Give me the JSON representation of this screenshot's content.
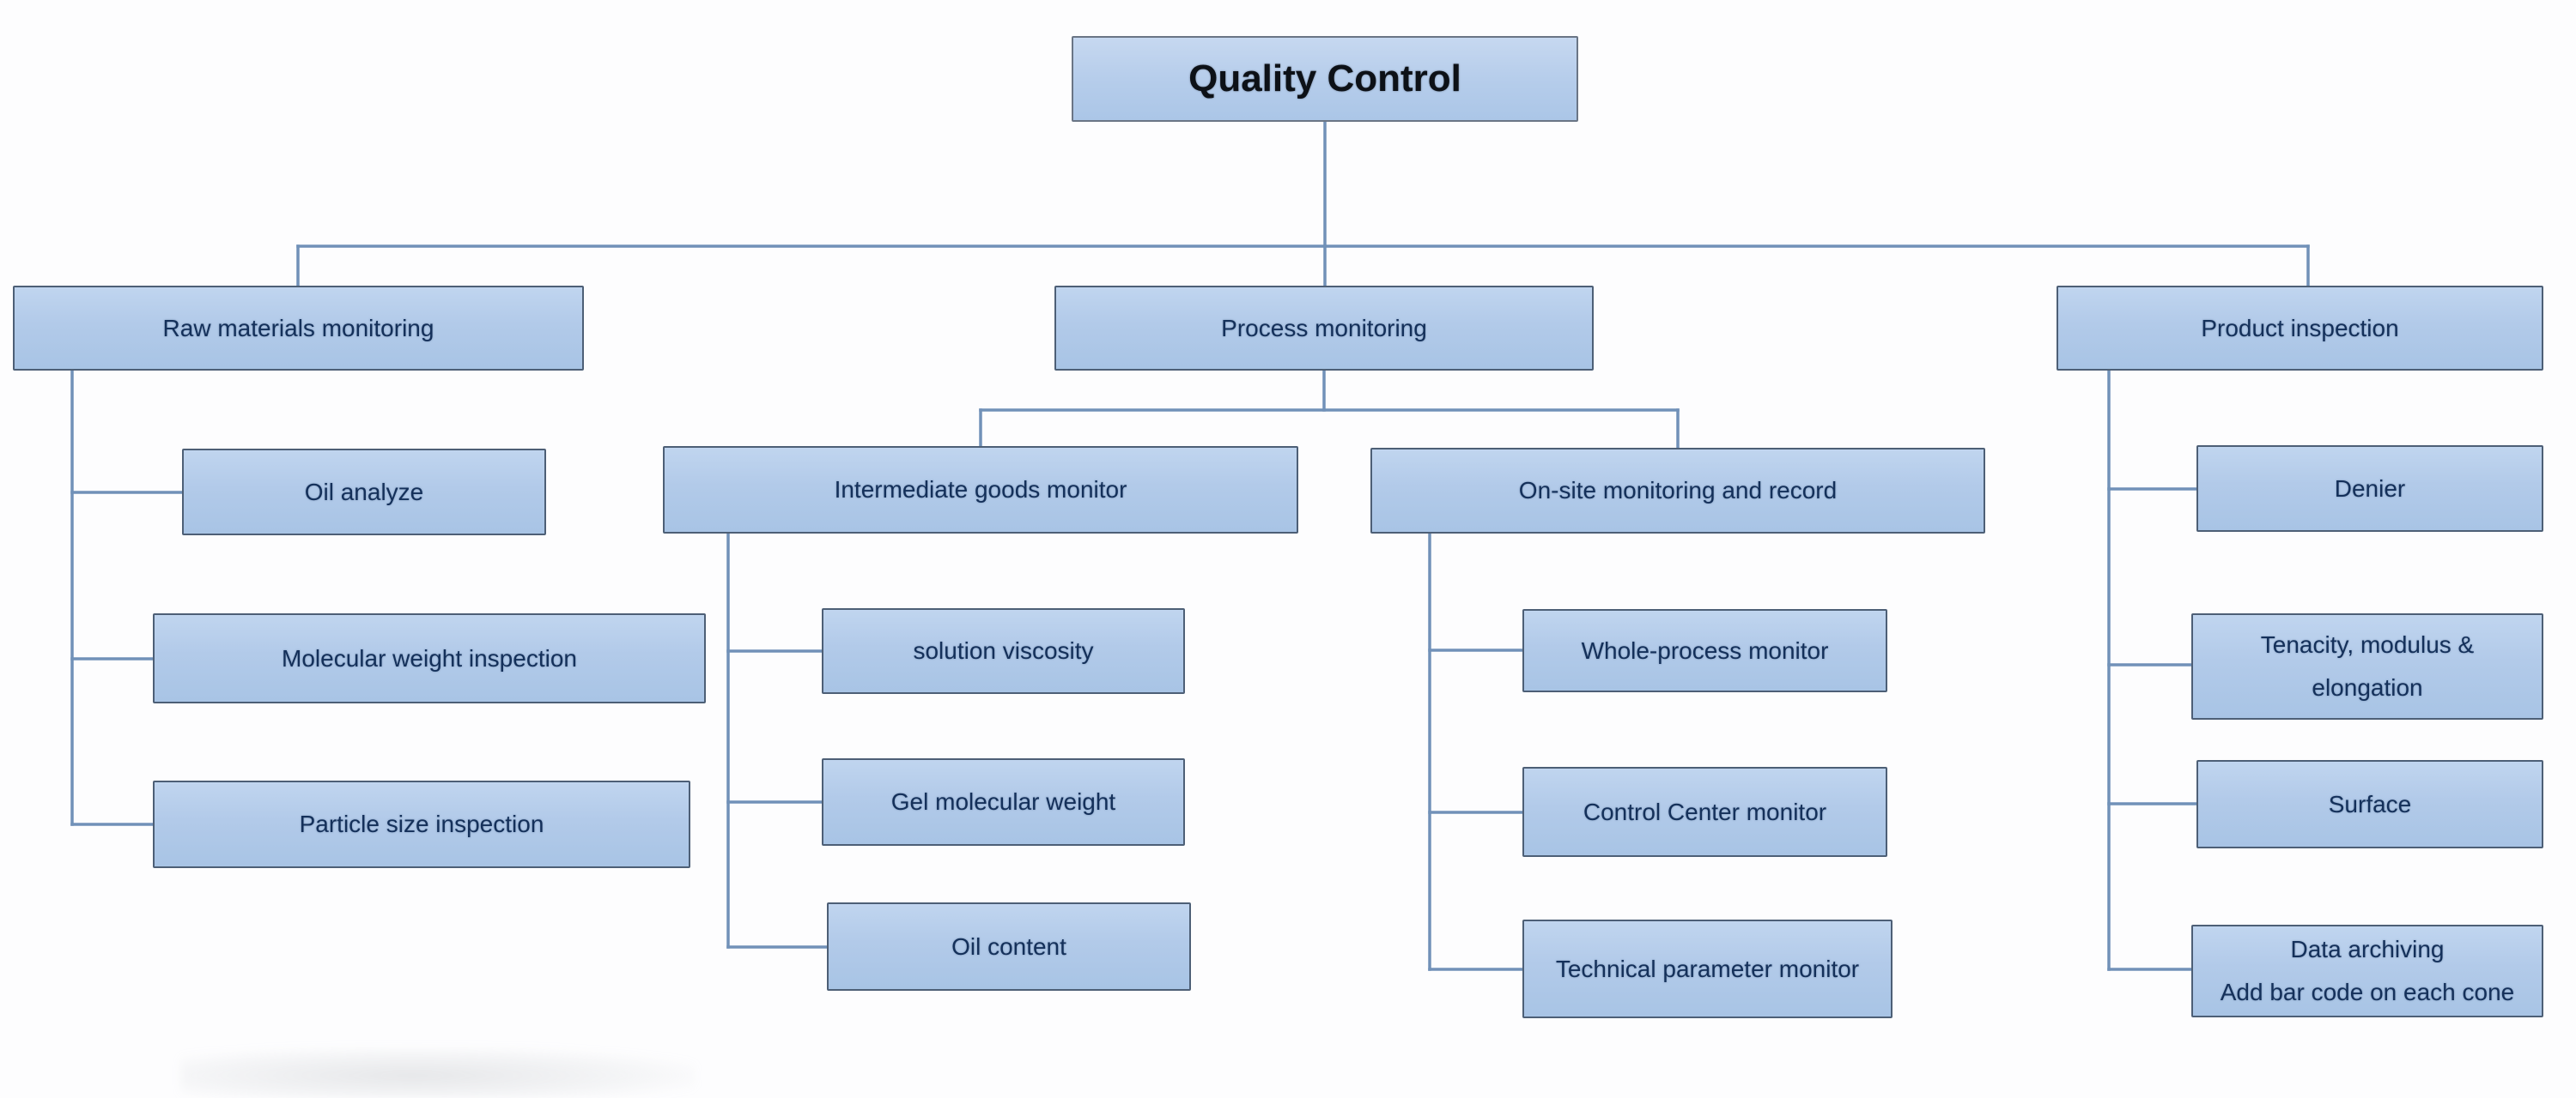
{
  "tree": {
    "label": "Quality Control",
    "children": [
      {
        "label": "Raw materials monitoring",
        "children": [
          {
            "label": "Oil analyze"
          },
          {
            "label": "Molecular weight inspection"
          },
          {
            "label": "Particle size inspection"
          }
        ]
      },
      {
        "label": "Process monitoring",
        "children": [
          {
            "label": "Intermediate goods monitor",
            "children": [
              {
                "label": "solution viscosity"
              },
              {
                "label": "Gel molecular weight"
              },
              {
                "label": "Oil content"
              }
            ]
          },
          {
            "label": "On-site monitoring  and record",
            "children": [
              {
                "label": "Whole-process monitor"
              },
              {
                "label": "Control Center monitor"
              },
              {
                "label": "Technical parameter monitor"
              }
            ]
          }
        ]
      },
      {
        "label": "Product inspection",
        "children": [
          {
            "label": "Denier"
          },
          {
            "label": "Tenacity, modulus & elongation"
          },
          {
            "label": "Surface"
          },
          {
            "label": "Data archiving",
            "label2": "Add bar code on each cone"
          }
        ]
      }
    ]
  },
  "colors": {
    "connector": "#7191b8",
    "node_border": "#4d5f76",
    "node_fill_top": "#c0d5ef",
    "node_fill_bottom": "#a8c4e5",
    "text": "#14305a",
    "title_text": "#0d1117",
    "background": "#fdfdfe"
  }
}
